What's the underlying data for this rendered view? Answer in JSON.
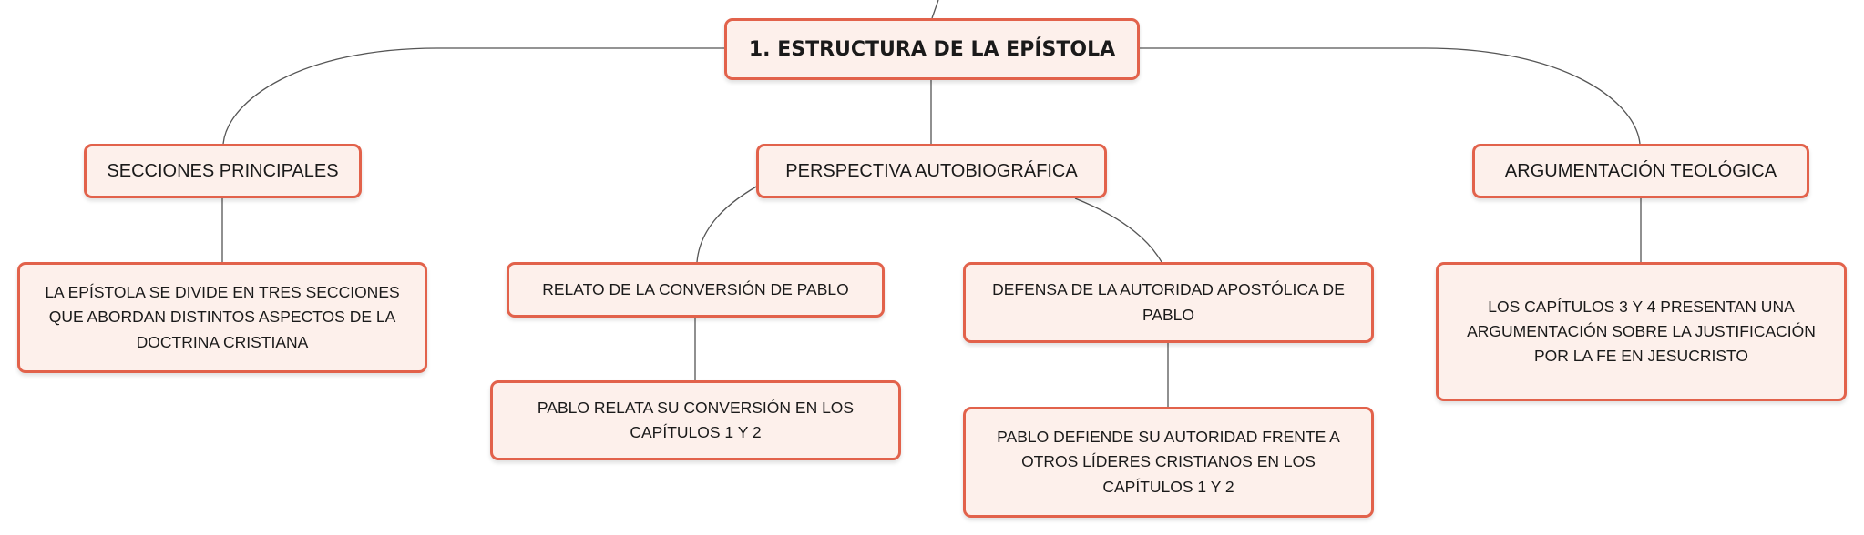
{
  "diagram": {
    "root": {
      "label": "1. ESTRUCTURA DE LA EPÍSTOLA"
    },
    "branches": [
      {
        "label": "SECCIONES PRINCIPALES",
        "children": [
          {
            "label": "LA EPÍSTOLA SE DIVIDE EN TRES SECCIONES QUE ABORDAN DISTINTOS ASPECTOS DE LA DOCTRINA CRISTIANA"
          }
        ]
      },
      {
        "label": "PERSPECTIVA AUTOBIOGRÁFICA",
        "children": [
          {
            "label": "RELATO DE LA CONVERSIÓN DE PABLO",
            "children": [
              {
                "label": "PABLO RELATA SU CONVERSIÓN EN LOS CAPÍTULOS 1 Y 2"
              }
            ]
          },
          {
            "label": "DEFENSA DE LA AUTORIDAD APOSTÓLICA DE PABLO",
            "children": [
              {
                "label": "PABLO DEFIENDE SU AUTORIDAD FRENTE A OTROS LÍDERES CRISTIANOS EN LOS CAPÍTULOS 1 Y 2"
              }
            ]
          }
        ]
      },
      {
        "label": "ARGUMENTACIÓN TEOLÓGICA",
        "children": [
          {
            "label": "LOS CAPÍTULOS 3 Y 4 PRESENTAN UNA ARGUMENTACIÓN SOBRE LA JUSTIFICACIÓN POR LA FE EN JESUCRISTO"
          }
        ]
      }
    ]
  },
  "colors": {
    "node_border": "#e2624b",
    "node_fill": "#fdf0eb",
    "connector": "#555555",
    "text": "#1a1a1a"
  }
}
